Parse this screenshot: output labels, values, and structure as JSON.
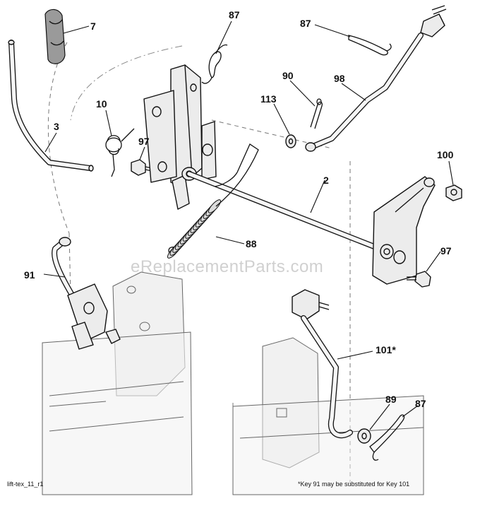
{
  "callouts": {
    "c7": "7",
    "c87_top": "87",
    "c87_right": "87",
    "c87_bottom": "87",
    "c3": "3",
    "c10": "10",
    "c97_left": "97",
    "c97_right": "97",
    "c113": "113",
    "c90": "90",
    "c98": "98",
    "c100": "100",
    "c2": "2",
    "c88": "88",
    "c91": "91",
    "c101": "101*",
    "c89": "89"
  },
  "footer": {
    "drawing_id": "lift-tex_11_r1",
    "note": "*Key 91 may be substituted for Key 101"
  },
  "watermark": "eReplacementParts.com"
}
